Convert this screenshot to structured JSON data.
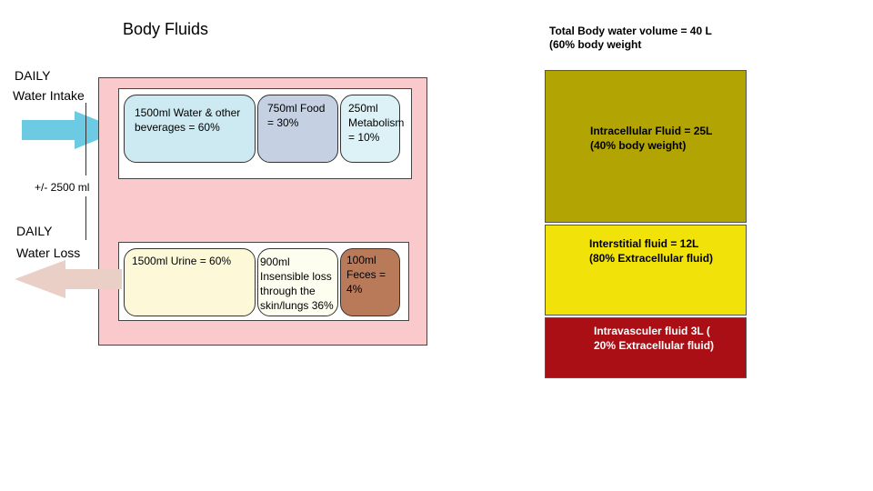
{
  "title": "Body Fluids",
  "intake": {
    "label_line1": "DAILY",
    "label_line2": "Water Intake",
    "items": [
      {
        "text": "1500ml Water & other beverages = 60%",
        "color": "#cdeaf2"
      },
      {
        "text": "750ml Food = 30%",
        "color": "#c5d1e3"
      },
      {
        "text": "250ml Metabolism = 10%",
        "color": "#ddf2f7"
      }
    ],
    "arrow_color": "#6ccbe3"
  },
  "balance": "+/- 2500 ml",
  "loss": {
    "label_line1": "DAILY",
    "label_line2": "Water Loss",
    "items": [
      {
        "text": "1500ml Urine = 60%",
        "color": "#fdf9d8"
      },
      {
        "text": "900ml Insensible loss through the skin/lungs 36%",
        "color": "#fefef0"
      },
      {
        "text": "100ml Feces = 4%",
        "color": "#b97a5a"
      }
    ],
    "arrow_color": "#e9cfc6"
  },
  "total": {
    "line1": "Total Body water volume = 40 L",
    "line2": "(60% body weight"
  },
  "compartments": [
    {
      "text": "Intracellular Fluid = 25L (40% body weight)",
      "color": "#b2a503"
    },
    {
      "text": "Interstitial fluid = 12L (80% Extracellular fluid)",
      "color": "#f1e20a"
    },
    {
      "text": "Intravasculer fluid 3L ( 20% Extracellular fluid)",
      "color": "#a90f14"
    }
  ],
  "panel_color": "#f9c9cc"
}
